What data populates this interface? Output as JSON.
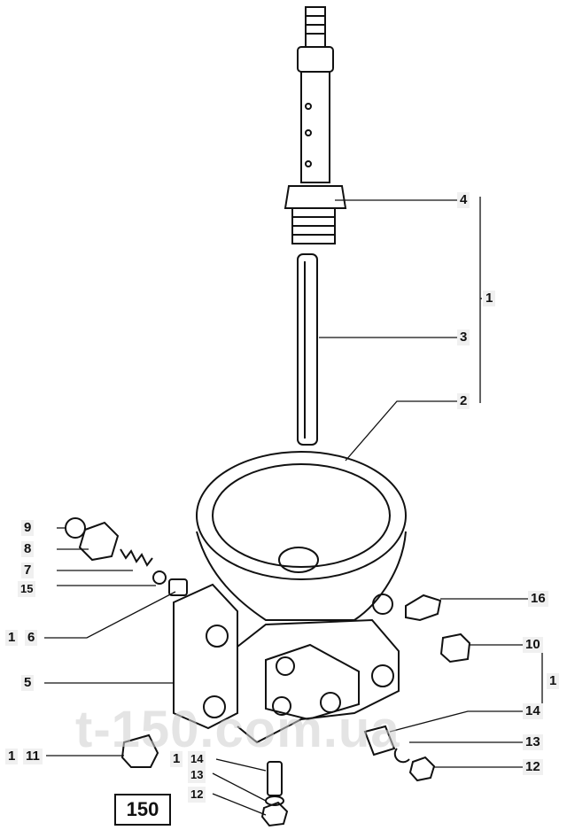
{
  "labels": {
    "p4": "4",
    "p1a": "1",
    "p3": "3",
    "p2": "2",
    "p9": "9",
    "p8": "8",
    "p7": "7",
    "p15": "15",
    "p16": "16",
    "p1b": "1",
    "p6": "6",
    "p10": "10",
    "p1c": "1",
    "p5": "5",
    "p14a": "14",
    "p13a": "13",
    "p12a": "12",
    "p1d": "1",
    "p11": "11",
    "p1e": "1",
    "p14b": "14",
    "p13b": "13",
    "p12b": "12"
  },
  "page_number": "150",
  "watermark": "t-150.com.ua",
  "colors": {
    "ink": "#111111",
    "label_bg": "#f0f0f0"
  }
}
